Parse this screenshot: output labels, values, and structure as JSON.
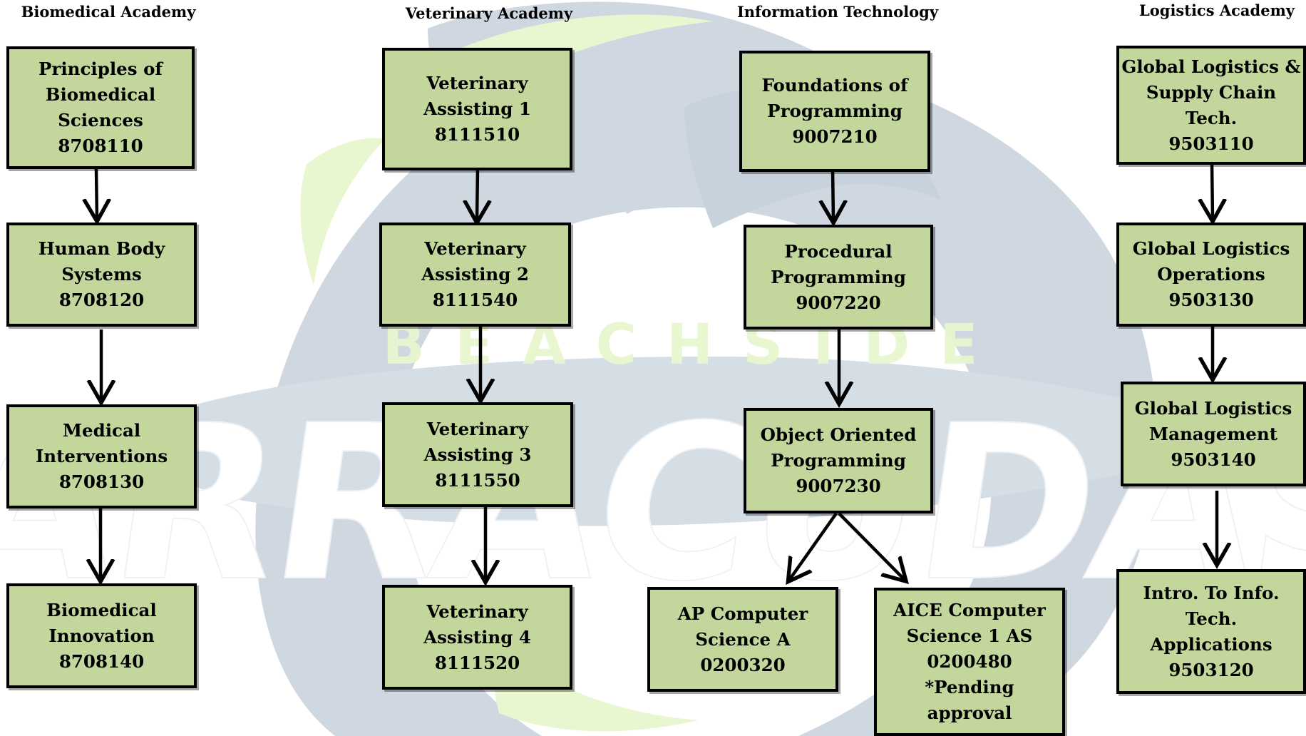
{
  "background": {
    "logo": {
      "kind": "barracuda-mascot-watermark",
      "wordmark_top": "BEACHSIDE",
      "wordmark_main": "BARRACUDAS",
      "colors": {
        "mascot": "#cfd8e1",
        "accent": "#e8f7cf",
        "text": "#ffffff"
      }
    }
  },
  "colors": {
    "box_fill": "#c3d69b",
    "box_border": "#000000",
    "arrow": "#000000"
  },
  "academies": [
    {
      "title": "Biomedical Academy",
      "courses": [
        {
          "lines": [
            "Principles of",
            "Biomedical",
            "Sciences",
            "8708110"
          ]
        },
        {
          "lines": [
            "Human Body",
            "Systems",
            "8708120"
          ]
        },
        {
          "lines": [
            "Medical",
            "Interventions",
            "8708130"
          ]
        },
        {
          "lines": [
            "Biomedical",
            "Innovation",
            "8708140"
          ]
        }
      ]
    },
    {
      "title": "Veterinary Academy",
      "courses": [
        {
          "lines": [
            "Veterinary",
            "Assisting 1",
            "8111510"
          ]
        },
        {
          "lines": [
            "Veterinary",
            "Assisting 2",
            "8111540"
          ]
        },
        {
          "lines": [
            "Veterinary",
            "Assisting 3",
            "8111550"
          ]
        },
        {
          "lines": [
            "Veterinary",
            "Assisting 4",
            "8111520"
          ]
        }
      ]
    },
    {
      "title": "Information Technology",
      "courses": [
        {
          "lines": [
            "Foundations of",
            "Programming",
            "9007210"
          ]
        },
        {
          "lines": [
            "Procedural",
            "Programming",
            "9007220"
          ]
        },
        {
          "lines": [
            "Object Oriented",
            "Programming",
            "9007230"
          ]
        },
        {
          "lines": [
            "AP Computer",
            "Science A",
            "0200320"
          ]
        },
        {
          "lines": [
            "AICE Computer",
            "Science 1 AS",
            "0200480",
            "*Pending",
            "approval"
          ]
        }
      ]
    },
    {
      "title": "Logistics Academy",
      "courses": [
        {
          "lines": [
            "Global Logistics &",
            "Supply Chain",
            "Tech.",
            "9503110"
          ]
        },
        {
          "lines": [
            "Global Logistics",
            "Operations",
            "9503130"
          ]
        },
        {
          "lines": [
            "Global Logistics",
            "Management",
            "9503140"
          ]
        },
        {
          "lines": [
            "Intro. To Info.",
            "Tech.",
            "Applications",
            "9503120"
          ]
        }
      ]
    }
  ]
}
